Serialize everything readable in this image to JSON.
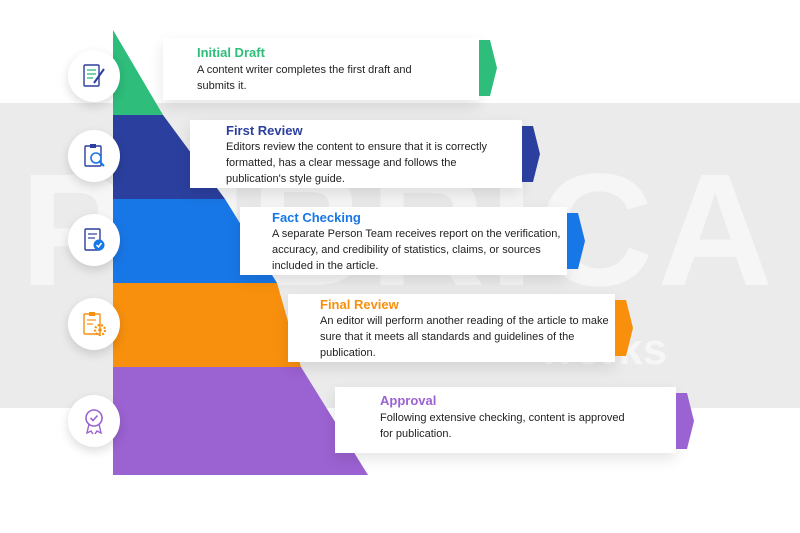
{
  "watermark": {
    "main": "PUBRICA",
    "sub": "works"
  },
  "stages": [
    {
      "title": "Initial Draft",
      "description": "A content writer completes the first draft and submits it.",
      "color": "#2ebd7a",
      "icon": "document-pen-icon"
    },
    {
      "title": "First Review",
      "description": "Editors review the content to ensure that it is correctly formatted, has a clear message and follows the publication's style guide.",
      "color": "#2b3f9e",
      "icon": "clipboard-magnifier-icon"
    },
    {
      "title": "Fact Checking",
      "description": "A separate Person Team receives report on the verification, accuracy, and credibility of statistics, claims, or sources included in the article.",
      "color": "#1877e6",
      "icon": "document-checkmark-icon"
    },
    {
      "title": "Final Review",
      "description": "An editor will perform another reading of the article to make sure that it meets all standards and guidelines of the publication.",
      "color": "#f8900e",
      "icon": "clipboard-gear-icon"
    },
    {
      "title": "Approval",
      "description": "Following extensive checking, content is approved for publication.",
      "color": "#9b62d1",
      "icon": "award-badge-icon"
    }
  ]
}
